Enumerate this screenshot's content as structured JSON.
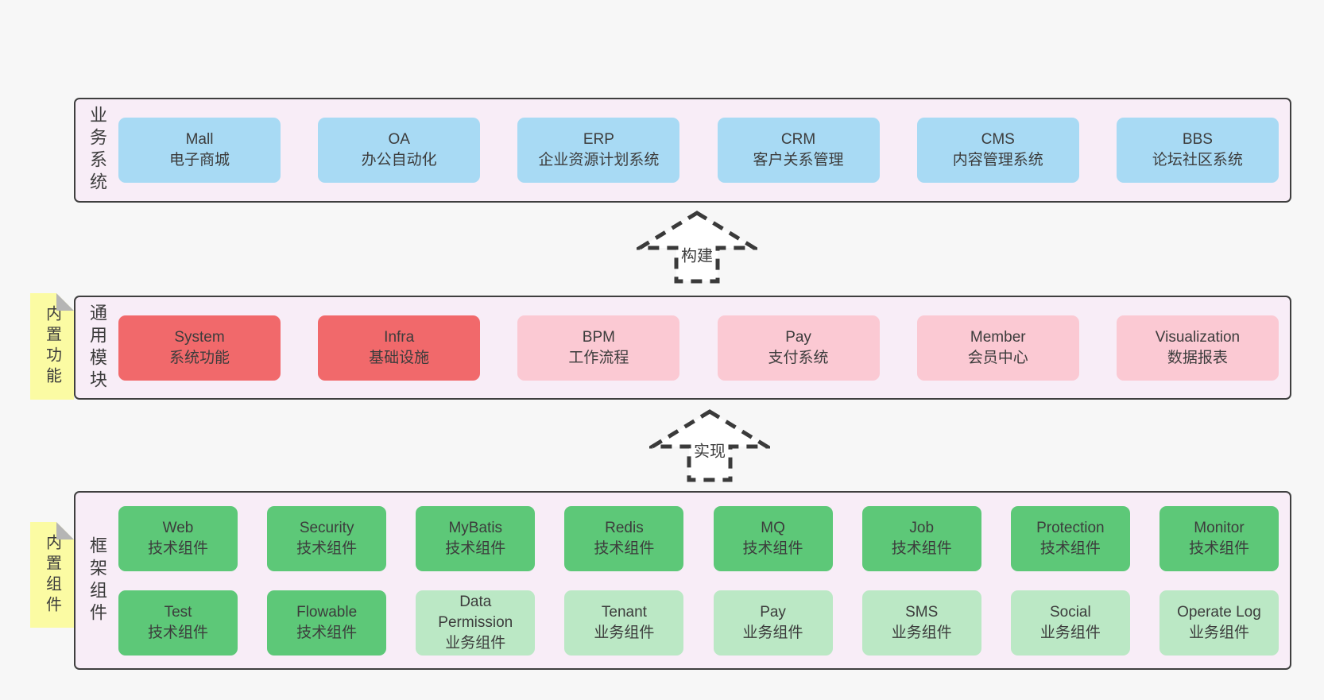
{
  "diagram": {
    "arrows": [
      {
        "label": "构建"
      },
      {
        "label": "实现"
      }
    ],
    "layers": [
      {
        "label": "业务系统",
        "boxes": [
          {
            "en": "Mall",
            "zh": "电子商城"
          },
          {
            "en": "OA",
            "zh": "办公自动化"
          },
          {
            "en": "ERP",
            "zh": "企业资源计划系统"
          },
          {
            "en": "CRM",
            "zh": "客户关系管理"
          },
          {
            "en": "CMS",
            "zh": "内容管理系统"
          },
          {
            "en": "BBS",
            "zh": "论坛社区系统"
          }
        ]
      },
      {
        "label": "通用模块",
        "sticky": "内置功能",
        "boxes": [
          {
            "en": "System",
            "zh": "系统功能"
          },
          {
            "en": "Infra",
            "zh": "基础设施"
          },
          {
            "en": "BPM",
            "zh": "工作流程"
          },
          {
            "en": "Pay",
            "zh": "支付系统"
          },
          {
            "en": "Member",
            "zh": "会员中心"
          },
          {
            "en": "Visualization",
            "zh": "数据报表"
          }
        ]
      },
      {
        "label": "框架组件",
        "sticky": "内置组件",
        "rows": [
          [
            {
              "en": "Web",
              "zh": "技术组件"
            },
            {
              "en": "Security",
              "zh": "技术组件"
            },
            {
              "en": "MyBatis",
              "zh": "技术组件"
            },
            {
              "en": "Redis",
              "zh": "技术组件"
            },
            {
              "en": "MQ",
              "zh": "技术组件"
            },
            {
              "en": "Job",
              "zh": "技术组件"
            },
            {
              "en": "Protection",
              "zh": "技术组件"
            },
            {
              "en": "Monitor",
              "zh": "技术组件"
            }
          ],
          [
            {
              "en": "Test",
              "zh": "技术组件"
            },
            {
              "en": "Flowable",
              "zh": "技术组件"
            },
            {
              "en": "Data Permission",
              "zh": "业务组件"
            },
            {
              "en": "Tenant",
              "zh": "业务组件"
            },
            {
              "en": "Pay",
              "zh": "业务组件"
            },
            {
              "en": "SMS",
              "zh": "业务组件"
            },
            {
              "en": "Social",
              "zh": "业务组件"
            },
            {
              "en": "Operate Log",
              "zh": "业务组件"
            }
          ]
        ]
      }
    ],
    "palette": {
      "page_background": "#f7f7f7",
      "layer_background": "#f8edf7",
      "layer_border": "#3f3f3f",
      "business_box": "#a8daf4",
      "core_module_box": "#f1696b",
      "optional_module_box": "#fbc9d3",
      "tech_component_box": "#5dc878",
      "biz_component_box": "#bbe8c5",
      "sticky_note": "#fbfba3",
      "sticky_fold": "#b5b5b5",
      "arrow_dash": "#3a3a3a",
      "text": "#3c3c3c"
    }
  }
}
